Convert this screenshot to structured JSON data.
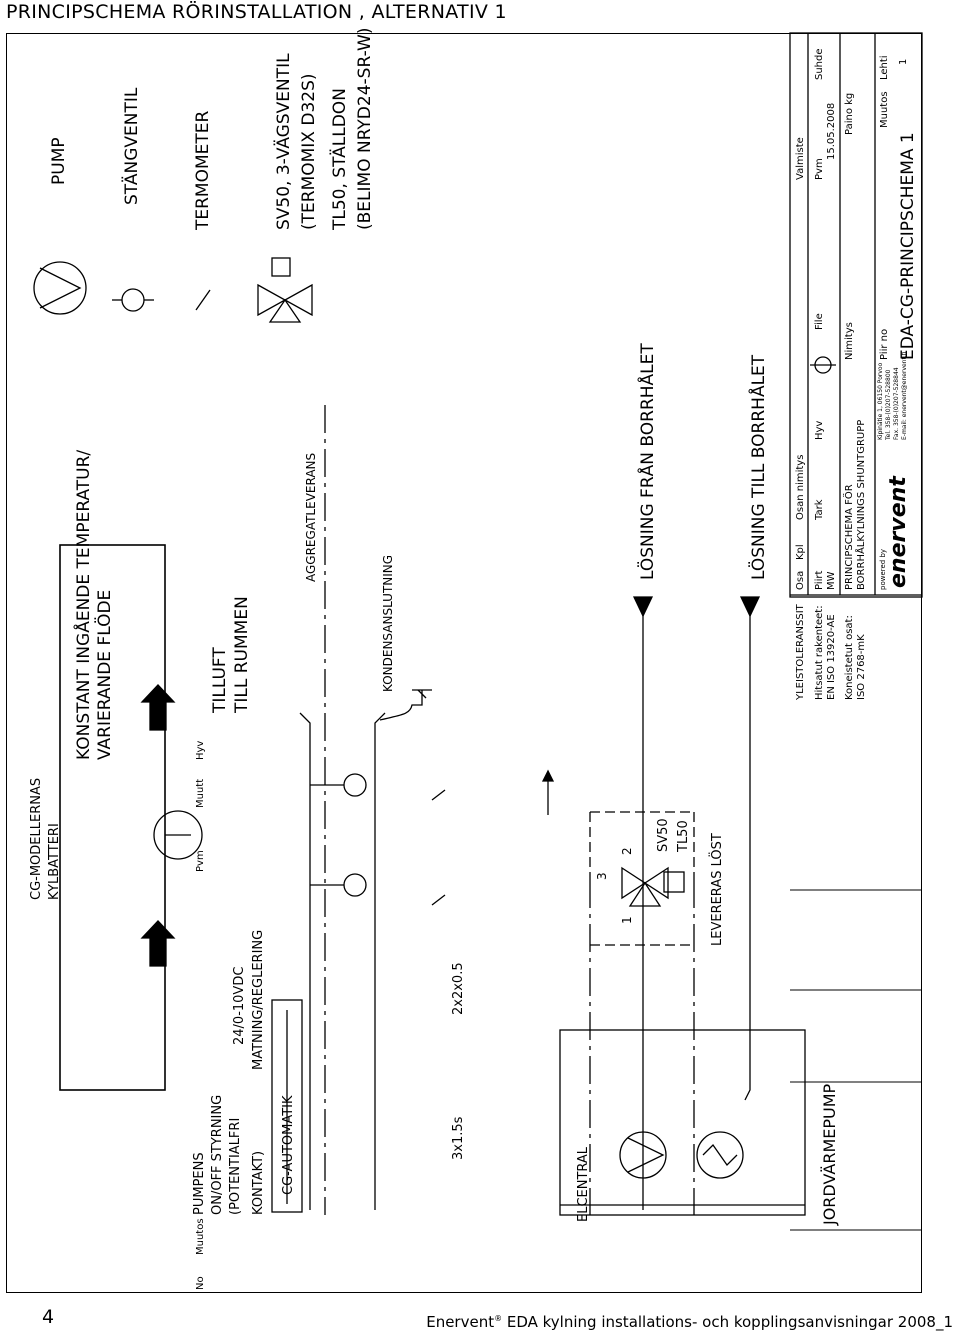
{
  "page_title": "PRINCIPSCHEMA RÖRINSTALLATION , ALTERNATIV 1",
  "page_number": "4",
  "footer": {
    "brand": "Enervent",
    "reg": "®",
    "rest": " EDA kylning installations- och kopplingsanvisningar 2008_1"
  },
  "legend": {
    "pump": "PUMP",
    "valve": "STÄNGVENTIL",
    "thermometer": "TERMOMETER",
    "sv50_line1": "SV50, 3-VÄGSVENTIL",
    "sv50_line2": "(TERMOMIX D32S)",
    "tl50_line1": "TL50, STÄLLDON",
    "tl50_line2": "(BELIMO NRYD24-SR-W)"
  },
  "labels": {
    "pump_control_1": "PUMPENS",
    "pump_control_2": "ON/OFF STYRNING",
    "pump_control_3": "(POTENTIALFRI",
    "pump_control_4": "KONTAKT)",
    "cg_automatik": "CG-AUTOMATIK",
    "supply_1": "24/0-10VDC",
    "supply_2": "MATNING/REGLERING",
    "cable_1": "3x1.5s",
    "cable_2": "2x2x0.5",
    "elcentral": "ELCENTRAL",
    "jordvarmepump": "JORDVÄRMEPUMP",
    "cg_models_1": "CG-MODELLERNAS",
    "cg_models_2": "KYLBATTERI",
    "constant_1": "KONSTANT INGÅENDE TEMPERATUR/",
    "constant_2": "VARIERANDE FLÖDE",
    "tilluft_1": "TILLUFT",
    "tilluft_2": "TILL RUMMEN",
    "aggregat": "AGGREGATLEVERANS",
    "kondens": "KONDENSANSLUTNING",
    "from_borehole": "LÖSNING FRÅN BORRHÅLET",
    "to_borehole": "LÖSNING TILL BORRHÅLET",
    "sv50": "SV50",
    "tl50": "TL50",
    "delivered_loose": "LEVERERAS LÖST",
    "port_1": "1",
    "port_2": "2",
    "port_3": "3"
  },
  "title_block": {
    "no": "No",
    "muutos": "Muutos",
    "pvm": "Pvm",
    "muutt": "Muutt",
    "hyv": "Hyv",
    "tolerances": "YLEISTOLERANSSIT",
    "tol_line1": "Hitsatut rakenteet:",
    "tol_line2": "EN ISO 13920-AE",
    "tol_line3": "Koneistetut osat:",
    "tol_line4": "ISO 2768-mK",
    "osa": "Osa",
    "kpl": "Kpl",
    "osan_nimitys": "Osan nimitys",
    "valmiste": "Valmiste",
    "piirt": "Piirt",
    "piirt_val": "MW",
    "tark": "Tark",
    "hyv2": "Hyv",
    "file": "File",
    "pvm2": "Pvm",
    "date": "15.05.2008",
    "suhde": "Suhde",
    "nimitys_1": "PRINCIPSCHEMA FÖR",
    "nimitys_2": "BORRHÅLKYLNINGS SHUNTGRUPP",
    "nimitys": "Nimitys",
    "paino": "Paino kg",
    "powered_by": "powered by",
    "logo": "enervent",
    "address_1": "Kipinätie 1, 06150 Porvoo",
    "address_2": "Tel. 358-(0)207-528800",
    "address_3": "Fax. 358-(0)207-528844",
    "address_4": "E-mail: enervent@enervent.fi",
    "piir_no": "Piir no",
    "drawing_no": "EDA-CG-PRINCIPSCHEMA 1",
    "muutos2": "Muutos",
    "lehti": "Lehti",
    "lehti_val": "1"
  }
}
